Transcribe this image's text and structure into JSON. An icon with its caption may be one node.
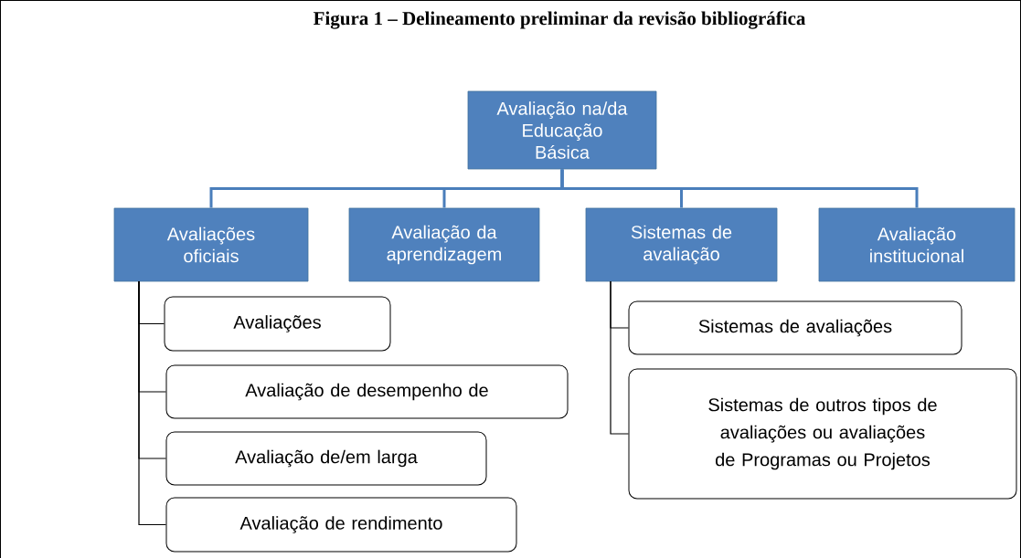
{
  "diagram": {
    "title": "Figura 1 – Delineamento preliminar da revisão bibliográfica",
    "nodes": [
      {
        "text": [
          "Avaliação na/da Educação Básica"
        ]
      },
      {
        "text": [
          "Avaliações oficiais"
        ]
      },
      {
        "text": [
          "Avaliação da aprendizagem"
        ]
      },
      {
        "text": [
          "Sistemas de avaliação"
        ]
      },
      {
        "text": [
          "Avaliação institucional"
        ]
      },
      {
        "text": [
          "Avaliações"
        ]
      },
      {
        "text": [
          "Avaliação de desempenho de"
        ]
      },
      {
        "text": [
          "Avaliação de/em larga"
        ]
      },
      {
        "text": [
          "Avaliação de rendimento"
        ]
      },
      {
        "text": [
          "Sistemas de avaliações"
        ]
      },
      {
        "text": [
          "Sistemas de outros tipos de avaliações ou avaliações de Programas ou Projetos"
        ]
      }
    ],
    "edges": [
      {
        "from": 0,
        "to": 1,
        "arrow": "none",
        "style": "thick",
        "color": "#4a7ebb"
      },
      {
        "from": 0,
        "to": 2,
        "arrow": "none",
        "style": "thick",
        "color": "#4a7ebb"
      },
      {
        "from": 0,
        "to": 3,
        "arrow": "none",
        "style": "thick",
        "color": "#4a7ebb"
      },
      {
        "from": 0,
        "to": 4,
        "arrow": "none",
        "style": "thick",
        "color": "#4a7ebb"
      },
      {
        "from": 1,
        "to": 5,
        "arrow": "none"
      },
      {
        "from": 1,
        "to": 6,
        "arrow": "none"
      },
      {
        "from": 1,
        "to": 7,
        "arrow": "none"
      },
      {
        "from": 1,
        "to": 8,
        "arrow": "none"
      },
      {
        "from": 3,
        "to": 9,
        "arrow": "none"
      },
      {
        "from": 3,
        "to": 10,
        "arrow": "none"
      }
    ]
  }
}
